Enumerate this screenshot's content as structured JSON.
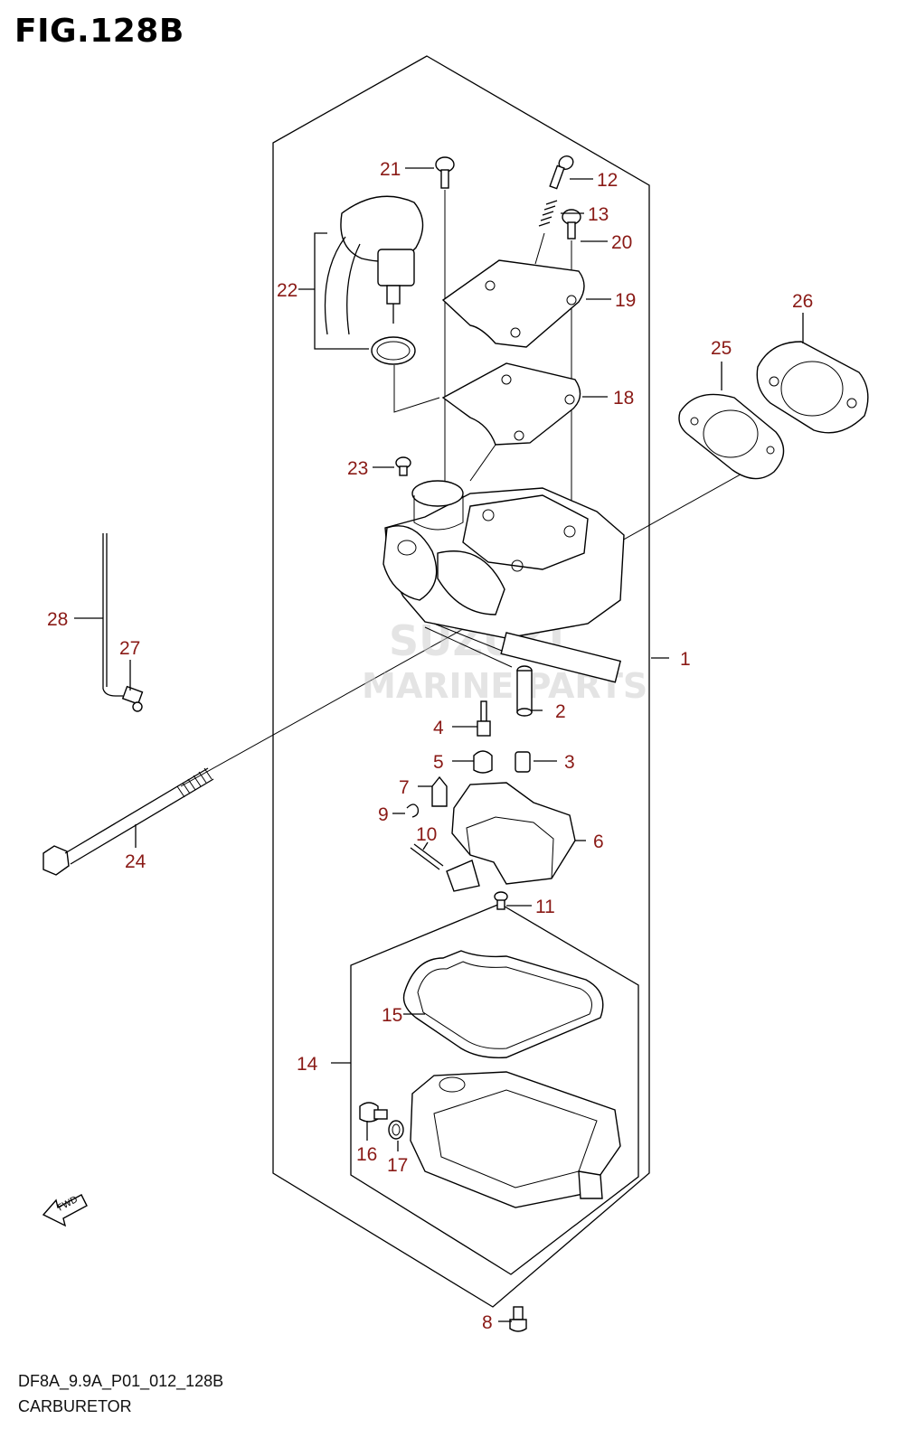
{
  "figure": {
    "title": "FIG.128B",
    "code": "DF8A_9.9A_P01_012_128B",
    "name": "CARBURETOR"
  },
  "watermark": {
    "line1": "SUZUKI",
    "line2": "MARINE PARTS"
  },
  "fwd_label": "FWD",
  "callouts": [
    "1",
    "2",
    "3",
    "4",
    "5",
    "6",
    "7",
    "8",
    "9",
    "10",
    "11",
    "12",
    "13",
    "14",
    "15",
    "16",
    "17",
    "18",
    "19",
    "20",
    "21",
    "22",
    "23",
    "24",
    "25",
    "26",
    "27",
    "28"
  ],
  "colors": {
    "callout": "#8a1a16",
    "line": "#000000"
  }
}
